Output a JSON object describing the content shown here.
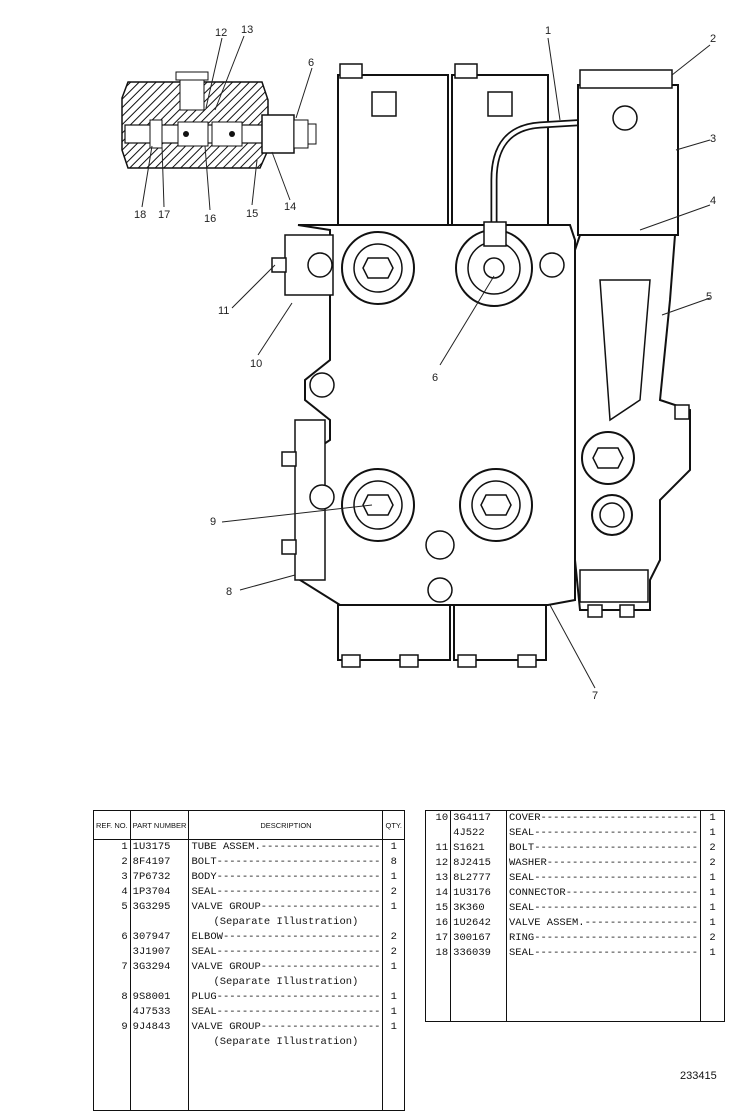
{
  "figure_number": "233415",
  "callouts": [
    "1",
    "2",
    "3",
    "4",
    "5",
    "6",
    "6",
    "7",
    "8",
    "9",
    "10",
    "11",
    "12",
    "13",
    "14",
    "15",
    "16",
    "17",
    "18"
  ],
  "table_headers": {
    "ref": "REF. NO.",
    "part": "PART NUMBER",
    "description": "DESCRIPTION",
    "qty": "QTY."
  },
  "parts_left": [
    {
      "ref": "1",
      "part": "1U3175",
      "desc": "TUBE ASSEM.",
      "qty": "1"
    },
    {
      "ref": "2",
      "part": "8F4197",
      "desc": "BOLT",
      "qty": "8"
    },
    {
      "ref": "3",
      "part": "7P6732",
      "desc": "BODY",
      "qty": "1"
    },
    {
      "ref": "4",
      "part": "1P3704",
      "desc": "SEAL",
      "qty": "2"
    },
    {
      "ref": "5",
      "part": "3G3295",
      "desc": "VALVE GROUP",
      "qty": "1"
    },
    {
      "ref": "",
      "part": "",
      "desc": "(Separate Illustration)",
      "qty": ""
    },
    {
      "ref": "6",
      "part": "307947",
      "desc": "ELBOW",
      "qty": "2"
    },
    {
      "ref": "",
      "part": "3J1907",
      "desc": "SEAL",
      "qty": "2"
    },
    {
      "ref": "7",
      "part": "3G3294",
      "desc": "VALVE GROUP",
      "qty": "1"
    },
    {
      "ref": "",
      "part": "",
      "desc": "(Separate Illustration)",
      "qty": ""
    },
    {
      "ref": "8",
      "part": "9S8001",
      "desc": "PLUG",
      "qty": "1"
    },
    {
      "ref": "",
      "part": "4J7533",
      "desc": "SEAL",
      "qty": "1"
    },
    {
      "ref": "9",
      "part": "9J4843",
      "desc": "VALVE GROUP",
      "qty": "1"
    },
    {
      "ref": "",
      "part": "",
      "desc": "(Separate Illustration)",
      "qty": ""
    }
  ],
  "parts_right": [
    {
      "ref": "10",
      "part": "3G4117",
      "desc": "COVER",
      "qty": "1"
    },
    {
      "ref": "",
      "part": "4J522",
      "desc": "SEAL",
      "qty": "1"
    },
    {
      "ref": "11",
      "part": "S1621",
      "desc": "BOLT",
      "qty": "2"
    },
    {
      "ref": "12",
      "part": "8J2415",
      "desc": "WASHER",
      "qty": "2"
    },
    {
      "ref": "13",
      "part": "8L2777",
      "desc": "SEAL",
      "qty": "1"
    },
    {
      "ref": "14",
      "part": "1U3176",
      "desc": "CONNECTOR",
      "qty": "1"
    },
    {
      "ref": "15",
      "part": "3K360",
      "desc": "SEAL",
      "qty": "1"
    },
    {
      "ref": "16",
      "part": "1U2642",
      "desc": "VALVE ASSEM.",
      "qty": "1"
    },
    {
      "ref": "17",
      "part": "300167",
      "desc": "RING",
      "qty": "2"
    },
    {
      "ref": "18",
      "part": "336039",
      "desc": "SEAL",
      "qty": "1"
    }
  ]
}
